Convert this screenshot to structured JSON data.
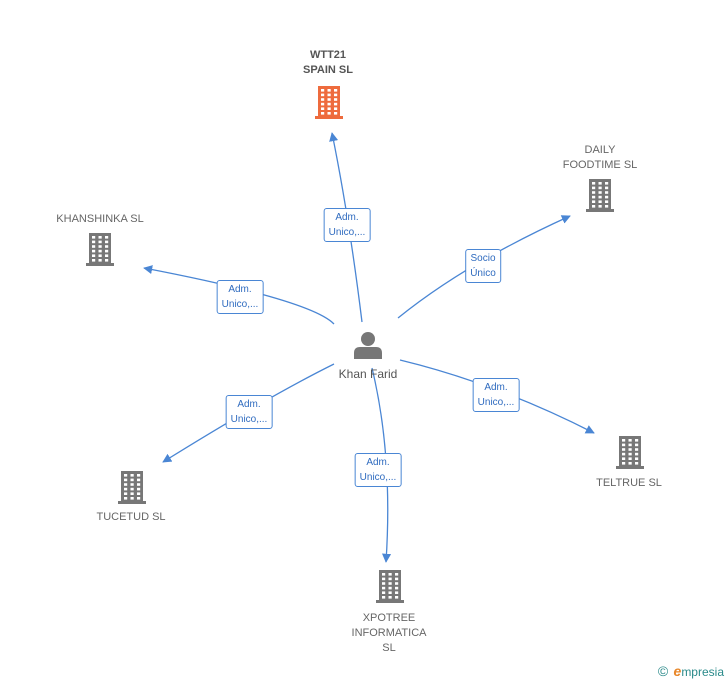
{
  "colors": {
    "edge": "#4a86d4",
    "building": "#777777",
    "building_highlight": "#ee6b3d",
    "person": "#777777"
  },
  "center": {
    "name": "Khan Farid",
    "icon": "person-icon"
  },
  "nodes": [
    {
      "id": "wtt21",
      "label": "WTT21\nSPAIN  SL",
      "highlight": true,
      "icon": "building-icon"
    },
    {
      "id": "daily",
      "label": "DAILY\nFOODTIME  SL",
      "highlight": false,
      "icon": "building-icon"
    },
    {
      "id": "khanshinka",
      "label": "KHANSHINKA SL",
      "highlight": false,
      "icon": "building-icon"
    },
    {
      "id": "teltrue",
      "label": "TELTRUE  SL",
      "highlight": false,
      "icon": "building-icon"
    },
    {
      "id": "tucetud",
      "label": "TUCETUD  SL",
      "highlight": false,
      "icon": "building-icon"
    },
    {
      "id": "xpotree",
      "label": "XPOTREE\nINFORMATICA\nSL",
      "highlight": false,
      "icon": "building-icon"
    }
  ],
  "edges": [
    {
      "to": "wtt21",
      "label": "Adm.\nUnico,..."
    },
    {
      "to": "daily",
      "label": "Socio\nÚnico"
    },
    {
      "to": "khanshinka",
      "label": "Adm.\nUnico,..."
    },
    {
      "to": "teltrue",
      "label": "Adm.\nUnico,..."
    },
    {
      "to": "tucetud",
      "label": "Adm.\nUnico,..."
    },
    {
      "to": "xpotree",
      "label": "Adm.\nUnico,..."
    }
  ],
  "brand": {
    "copyright": "©",
    "e": "e",
    "rest": "mpresia"
  }
}
